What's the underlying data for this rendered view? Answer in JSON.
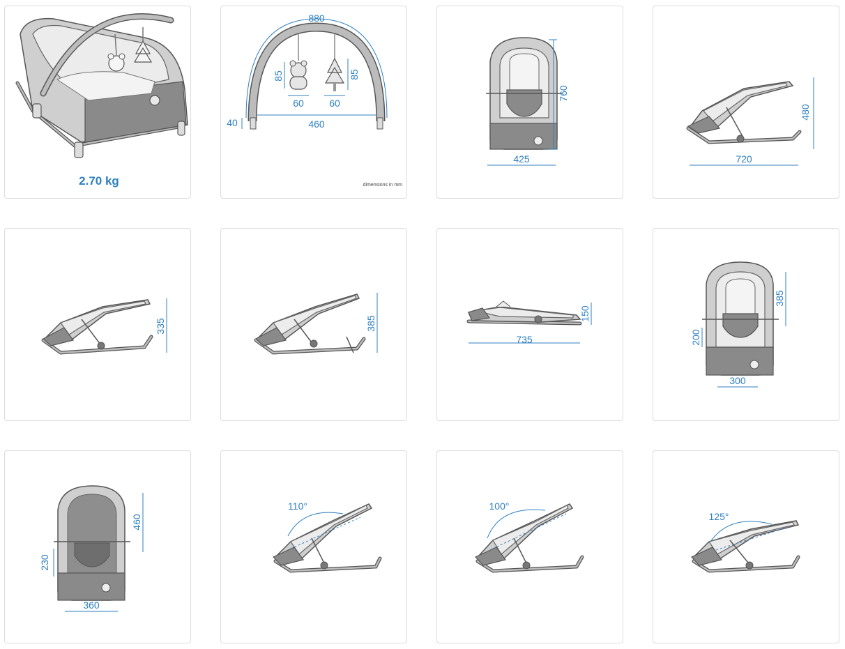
{
  "cards": [
    {
      "label": "2.70 kg"
    },
    {
      "arch_width": "880",
      "leg_height": "40",
      "inner_width": "460",
      "bear_height": "85",
      "bear_width": "60",
      "tree_height": "85",
      "tree_width": "60",
      "note": "dimensions in mm"
    },
    {
      "height": "760",
      "width": "425"
    },
    {
      "height": "480",
      "length": "720"
    },
    {
      "height": "335"
    },
    {
      "height": "385"
    },
    {
      "height": "150",
      "length": "735"
    },
    {
      "back_height": "385",
      "seat_height": "200",
      "width": "300"
    },
    {
      "back_height": "460",
      "seat_height": "230",
      "width": "360"
    },
    {
      "angle": "110°"
    },
    {
      "angle": "100°"
    },
    {
      "angle": "125°"
    }
  ],
  "colors": {
    "dimension": "#2d7fc1",
    "card_border": "#dcdcdc"
  },
  "icons": [
    "bouncer-perspective",
    "toy-arch",
    "bouncer-front",
    "bouncer-side",
    "bouncer-angle"
  ]
}
